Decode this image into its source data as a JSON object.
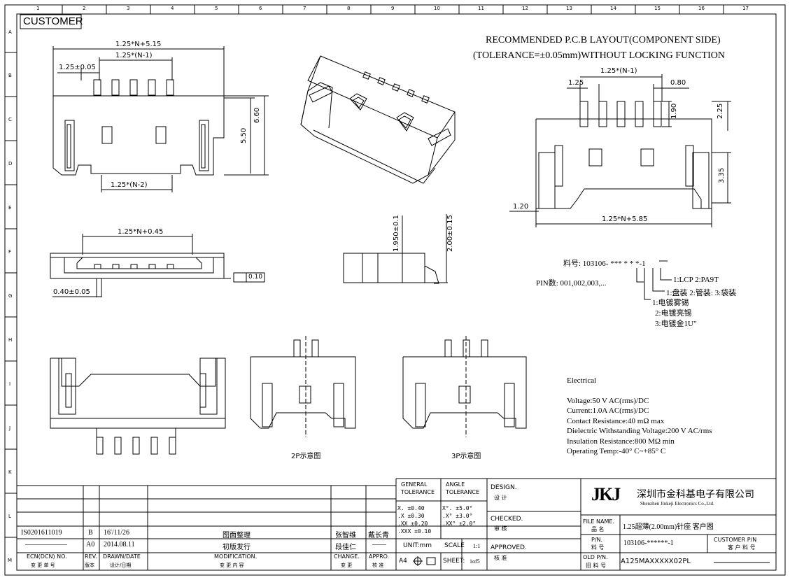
{
  "frame": {
    "col_numbers": [
      "1",
      "2",
      "3",
      "4",
      "5",
      "6",
      "7",
      "8",
      "9",
      "10",
      "11",
      "12",
      "13",
      "14",
      "15",
      "16",
      "17"
    ],
    "row_letters": [
      "A",
      "B",
      "C",
      "D",
      "E",
      "F",
      "G",
      "H",
      "I",
      "J",
      "K",
      "L",
      "M"
    ]
  },
  "customer_label": "CUSTOMER",
  "recommended": {
    "line1": "RECOMMENDED P.C.B LAYOUT(COMPONENT SIDE)",
    "line2": "(TOLERANCE=±0.05mm)WITHOUT LOCKING FUNCTION"
  },
  "dims": {
    "front_total": "1.25*N+5.15",
    "front_pitch_span": "1.25*(N-1)",
    "front_pitch": "1.25±0.05",
    "front_h_outer": "6.60",
    "front_h_inner": "5.50",
    "front_bottom": "1.25*(N-2)",
    "top_view_width": "1.25*N+0.45",
    "pin_width": "0.40±0.05",
    "flatness": "0.10",
    "side_h1": "1.950±0.1",
    "side_h2": "2.00±0.15",
    "pcb_pitch_span": "1.25*(N-1)",
    "pcb_pitch": "1.25",
    "pcb_pad_w": "0.80",
    "pcb_pad_h": "1.90",
    "pcb_total_h": "2.25",
    "pcb_side_h": "3.35",
    "pcb_offset": "1.20",
    "pcb_total_w": "1.25*N+5.85"
  },
  "partcode": {
    "line": "料号: 103106-  ***  * * *-1",
    "pin_count": "PIN数: 001,002,003,...",
    "material": "1:LCP  2:PA9T",
    "packaging": "1:盘装 2:管装: 3:袋装",
    "plating1": "1:电镀雾锡",
    "plating2": "2:电镀亮锡",
    "plating3": "3:电镀金1U\""
  },
  "electrical": {
    "title": "Electrical",
    "lines": [
      "Voltage:50 V AC(rms)/DC",
      "Current:1.0A AC(rms)/DC",
      "Contact Resistance:40 mΩ  max",
      "Dielectric Withstanding Voltage:200 V AC/rms",
      "Insulation Resistance:800 MΩ  min",
      "Operating Temp:-40° C~+85° C"
    ]
  },
  "captions": {
    "two_pin": "2P示意图",
    "three_pin": "3P示意图"
  },
  "revisions": [
    {
      "ecn": "IS0201611019",
      "rev": "B",
      "date": "16'/11/26",
      "mod": "图面整理",
      "change": "张智维",
      "appro": "戴长青"
    },
    {
      "ecn": "——————",
      "rev": "A0",
      "date": "2014.08.11",
      "mod": "初版发行",
      "change": "段佳仁",
      "appro": "——"
    }
  ],
  "rev_headers": {
    "ecn_en": "ECN(DCN) NO.",
    "ecn_cn": "变 更 单 号",
    "rev_en": "REV.",
    "rev_cn": "版本",
    "date_en": "DRAWN/DATE",
    "date_cn": "设计/日期",
    "mod_en": "MODIFICATION.",
    "mod_cn": "变 更 内 容",
    "change_en": "CHANGE.",
    "change_cn": "变 更",
    "appro_en": "APPRO.",
    "appro_cn": "核 准"
  },
  "tolerance": {
    "general_l1": "GENERAL",
    "general_l2": "TOLERANCE",
    "angle_l1": "ANGLE",
    "angle_l2": "TOLERANCE",
    "g1": "X.    ±0.40",
    "g2": ".X    ±0.30",
    "g3": ".XX   ±0.20",
    "g4": ".XXX  ±0.10",
    "a1": "X°.   ±5.0°",
    "a2": ".X°   ±3.0°",
    "a3": ".XX°  ±2.0°",
    "unit": "UNIT:mm",
    "scale_label": "SCALE",
    "scale": "1:1",
    "size": "A4",
    "sheet_label": "SHEET:",
    "sheet": "1of5"
  },
  "approvals": {
    "design_en": "DESIGN.",
    "design_cn": "设 计",
    "checked_en": "CHECKED.",
    "checked_cn": "审 核",
    "approved_en": "APPROVED.",
    "approved_cn": "核 准"
  },
  "company": {
    "logo": "JKJ",
    "name_cn": "深圳市金科基电子有限公司",
    "name_en": "Shenzhen Jinkeji Electronics Co.,Ltd."
  },
  "title_block": {
    "file_name_en": "FILE NAME.",
    "file_name_cn": "品 名",
    "file_name": "1.25超薄(2.00mm)针座 客户图",
    "pn_en": "P/N.",
    "pn_cn": "料 号",
    "pn": "103106-******-1",
    "cust_pn_en": "CUSTOMER P/N",
    "cust_pn_cn": "客 户 料 号",
    "old_pn_en": "OLD P/N.",
    "old_pn_cn": "旧 料 号",
    "old_pn": "A125MAXXXXX02PL"
  }
}
